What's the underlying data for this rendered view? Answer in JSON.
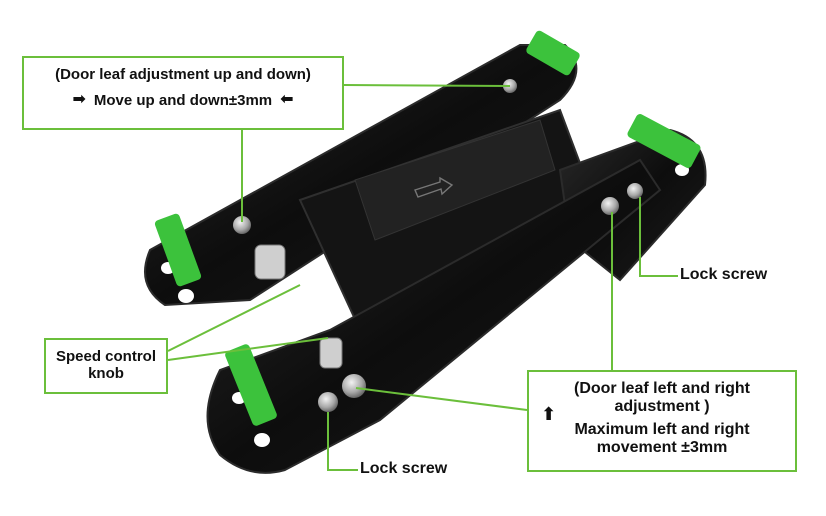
{
  "callouts": {
    "up_down": {
      "line1": "(Door leaf adjustment up and down)",
      "line2": "Move up and down±3mm",
      "arrow_right": "➡",
      "arrow_left": "⬅"
    },
    "speed_knob": {
      "line1": "Speed control",
      "line2": "knob"
    },
    "left_right": {
      "line1": "(Door leaf left and right",
      "line2": "adjustment )",
      "line3": "Maximum left and right",
      "line4": "movement ±3mm",
      "arrow_up": "⬆"
    }
  },
  "labels": {
    "lock_screw_right": "Lock screw",
    "lock_screw_bottom": "Lock screw"
  },
  "colors": {
    "callout_border": "#6bbf3b",
    "leader_line": "#6bbf3b",
    "hinge_body": "#151515",
    "hinge_edge": "#2b2b2b",
    "green_clip": "#3cc23c",
    "screw": "#b9b9b9"
  }
}
